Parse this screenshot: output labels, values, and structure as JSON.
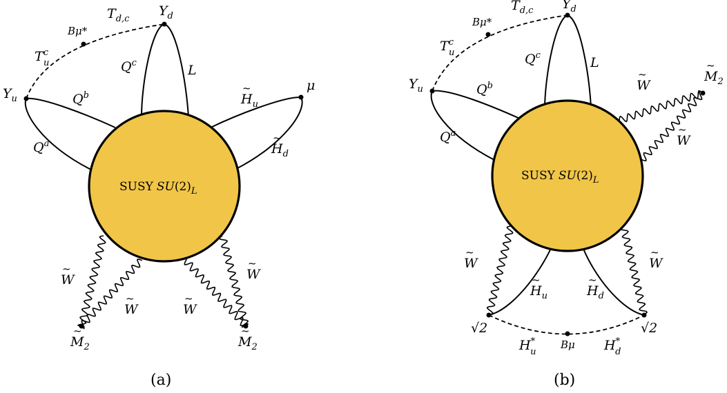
{
  "panel_a": {
    "center_text": "SUSY",
    "center_group": "SU",
    "center_group_arg": "(2)",
    "center_group_sub": "L",
    "caption": "(a)",
    "labels": {
      "Y_d": "Y",
      "Y_d_sub": "d",
      "Y_u": "Y",
      "Y_u_sub": "u",
      "T_dc": "T",
      "T_dc_sub": "d,c",
      "B_mu_star": "Bμ*",
      "T_u_c": "T",
      "T_u_c_sub": "u",
      "T_u_c_sup": "c",
      "Q_c": "Q",
      "Q_c_sup": "c",
      "L": "L",
      "Q_b": "Q",
      "Q_b_sup": "b",
      "Q_a": "Q",
      "Q_a_sup": "a",
      "H_u": "H",
      "H_u_sub": "u",
      "H_d": "H",
      "H_d_sub": "d",
      "mu": "μ",
      "W1": "W",
      "W2": "W",
      "W3": "W",
      "W4": "W",
      "M2_left": "M",
      "M2_left_sub": "2",
      "M2_right": "M",
      "M2_right_sub": "2",
      "tilde": "~"
    }
  },
  "panel_b": {
    "center_text": "SUSY",
    "center_group": "SU",
    "center_group_arg": "(2)",
    "center_group_sub": "L",
    "caption": "(b)",
    "labels": {
      "Y_d": "Y",
      "Y_d_sub": "d",
      "Y_u": "Y",
      "Y_u_sub": "u",
      "T_dc": "T",
      "T_dc_sub": "d,c",
      "B_mu_star": "Bμ*",
      "T_u_c": "T",
      "T_u_c_sub": "u",
      "T_u_c_sup": "c",
      "Q_c": "Q",
      "Q_c_sup": "c",
      "L": "L",
      "Q_b": "Q",
      "Q_b_sup": "b",
      "Q_a": "Q",
      "Q_a_sup": "a",
      "W_top": "W",
      "W_right": "W",
      "M2": "M",
      "M2_sub": "2",
      "W_left": "W",
      "W_rightlow": "W",
      "H_u": "H",
      "H_u_sub": "u",
      "H_d": "H",
      "H_d_sub": "d",
      "sqrt2_left": "√2",
      "sqrt2_right": "√2",
      "H_u_star": "H",
      "H_u_star_sub": "u",
      "star": "*",
      "H_d_star": "H",
      "H_d_star_sub": "d",
      "B_mu": "Bμ",
      "tilde": "~"
    }
  },
  "colors": {
    "blob_fill": "#f0c548",
    "stroke": "#000000"
  }
}
